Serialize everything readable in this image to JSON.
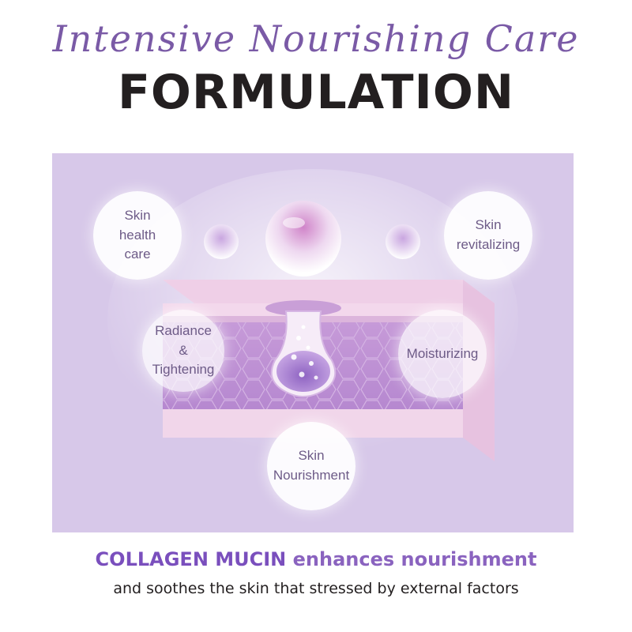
{
  "header": {
    "script_title": "Intensive Nourishing Care",
    "main_title": "FORMULATION"
  },
  "diagram": {
    "bubbles": [
      {
        "line1": "Skin health",
        "line2": "care"
      },
      {
        "line1": "Skin",
        "line2": "revitalizing"
      },
      {
        "line1": "Radiance &",
        "line2": "Tightening"
      },
      {
        "line1": "Moisturizing",
        "line2": ""
      },
      {
        "line1": "Skin",
        "line2": "Nourishment"
      }
    ]
  },
  "footer": {
    "highlight": "COLLAGEN MUCIN",
    "rest": " enhances nourishment",
    "subline": "and soothes the skin that stressed by external factors"
  },
  "colors": {
    "panel_bg": "#d7c8e9",
    "accent_purple": "#8a63bf",
    "title_dark": "#231f20"
  }
}
